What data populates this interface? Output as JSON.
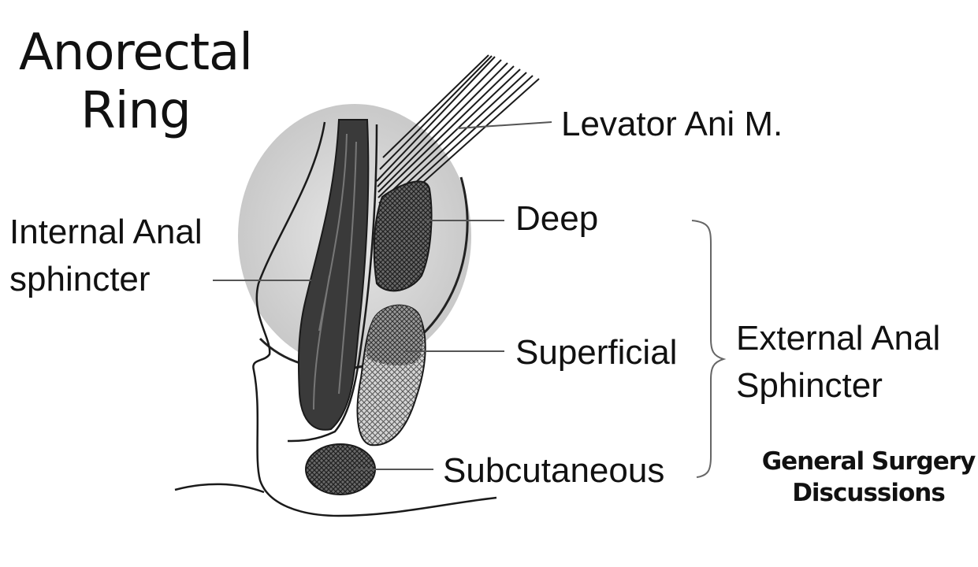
{
  "title": {
    "line1": "Anorectal",
    "line2": "Ring"
  },
  "labels": {
    "levator": "Levator Ani M.",
    "internal_line1": "Internal Anal",
    "internal_line2": "sphincter",
    "deep": "Deep",
    "superficial": "Superficial",
    "subcutaneous": "Subcutaneous",
    "external_line1": "External Anal",
    "external_line2": "Sphincter"
  },
  "watermark": {
    "line1": "General Surgery",
    "line2": "Discussions"
  },
  "colors": {
    "ring_fill": "#d8d8d8",
    "muscle_dark": "#3a3a3a",
    "outline": "#1a1a1a",
    "leader": "#555555"
  }
}
